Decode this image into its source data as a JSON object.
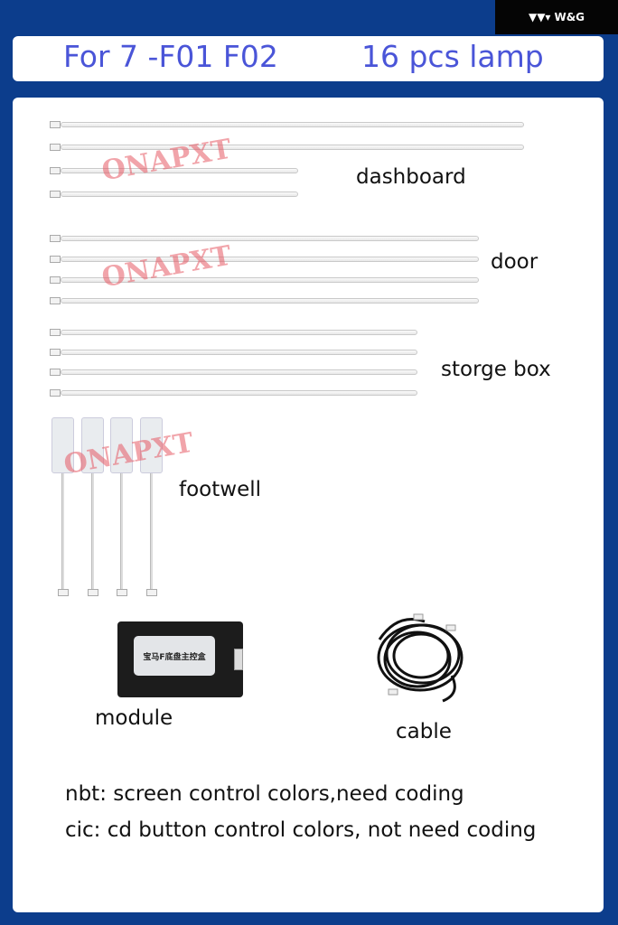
{
  "brand": {
    "logo": "W&G",
    "icon": "triangles-logo-icon"
  },
  "title": {
    "model": "For 7 -F01 F02",
    "count": "16 pcs lamp"
  },
  "labels": {
    "dashboard": "dashboard",
    "door": "door",
    "storage": "storge box",
    "footwell": "footwell",
    "module": "module",
    "cable": "cable"
  },
  "watermark": "ONAPXT",
  "module_label": "宝马F底盘主控盒",
  "notes": [
    "nbt: screen control colors,need coding",
    "cic: cd button control colors, not need coding"
  ],
  "colors": {
    "background": "#0c3d8c",
    "title": "#4a55d8"
  }
}
